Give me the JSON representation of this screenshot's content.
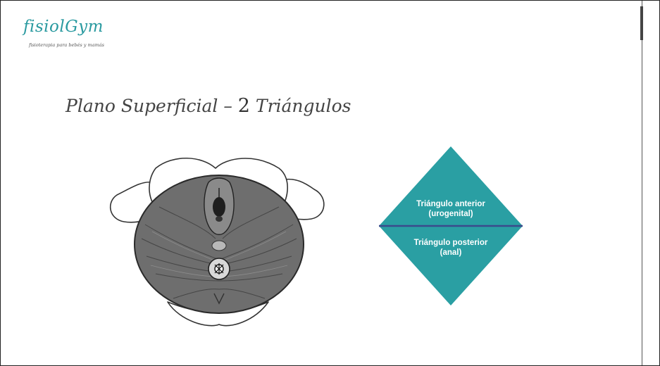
{
  "logo": {
    "name": "fisiolGym",
    "tagline": "fisioterapia para bebés y mamás"
  },
  "slide": {
    "title_pre": "Plano Superficial – ",
    "title_num": "2",
    "title_post": " Triángulos"
  },
  "diagram": {
    "anterior_line1": "Triángulo anterior",
    "anterior_line2": "(urogenital)",
    "posterior_line1": "Triángulo posterior",
    "posterior_line2": "(anal)",
    "fill_color": "#2a9fa3",
    "divider_color": "#3b4a8c"
  }
}
